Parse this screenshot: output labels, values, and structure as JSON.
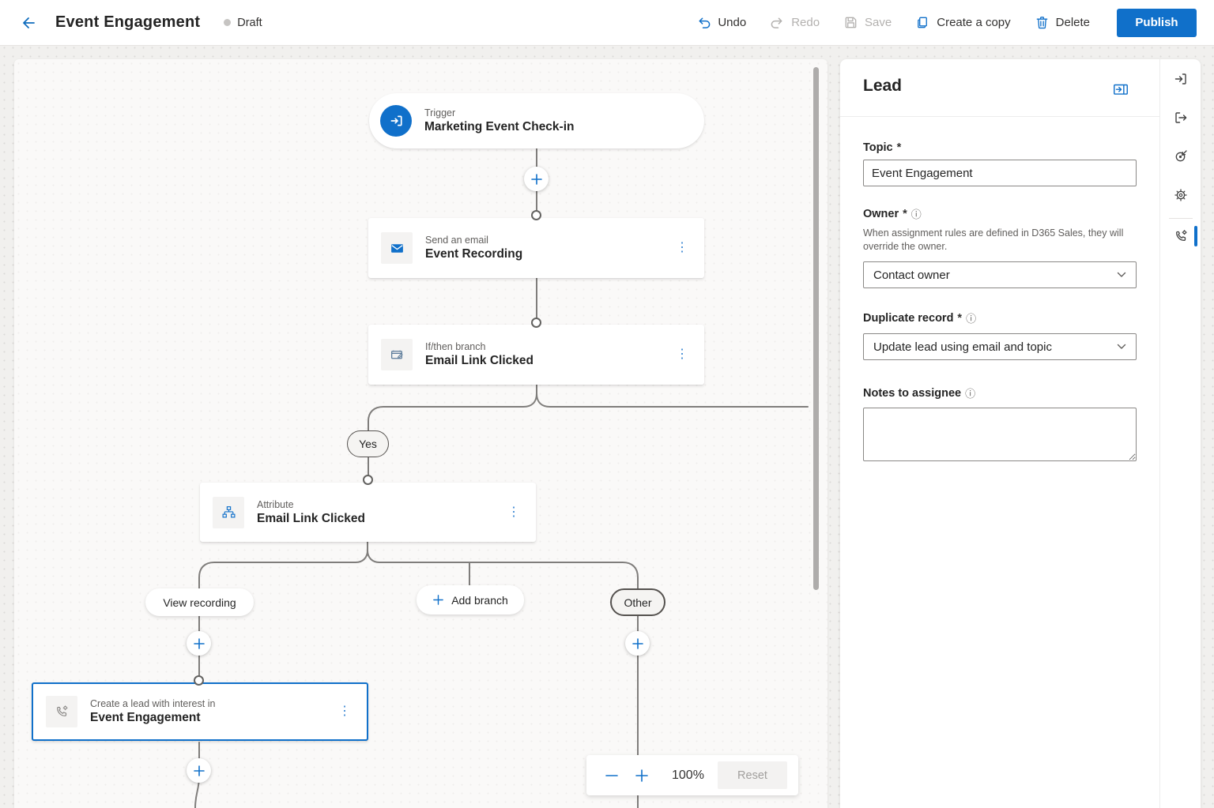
{
  "header": {
    "title": "Event Engagement",
    "status_badge": "Draft",
    "undo_label": "Undo",
    "redo_label": "Redo",
    "save_label": "Save",
    "copy_label": "Create a copy",
    "delete_label": "Delete",
    "publish_label": "Publish"
  },
  "flow": {
    "trigger": {
      "kind": "Trigger",
      "name": "Marketing Event Check-in"
    },
    "email": {
      "kind": "Send an email",
      "name": "Event Recording"
    },
    "if_then": {
      "kind": "If/then branch",
      "name": "Email Link Clicked"
    },
    "attribute": {
      "kind": "Attribute",
      "name": "Email Link Clicked"
    },
    "create_lead": {
      "kind": "Create a lead with interest in",
      "name": "Event Engagement"
    },
    "branch_yes": "Yes",
    "branch_view_recording": "View recording",
    "branch_other": "Other",
    "add_branch_label": "Add branch",
    "ellipsis": "⋮"
  },
  "zoom_toolbar": {
    "level": "100%",
    "reset_label": "Reset"
  },
  "panel": {
    "title": "Lead",
    "topic_label": "Topic",
    "topic_required": "*",
    "topic_value": "Event Engagement",
    "owner_label": "Owner",
    "owner_required": "*",
    "owner_helper": "When assignment rules are defined in D365 Sales, they will override the owner.",
    "owner_value": "Contact owner",
    "duplicate_label": "Duplicate record",
    "duplicate_required": "*",
    "duplicate_value": "Update lead using email and topic",
    "notes_label": "Notes to assignee",
    "notes_value": "",
    "info_glyph": "ⓘ"
  },
  "colors": {
    "accent": "#1070ca"
  }
}
